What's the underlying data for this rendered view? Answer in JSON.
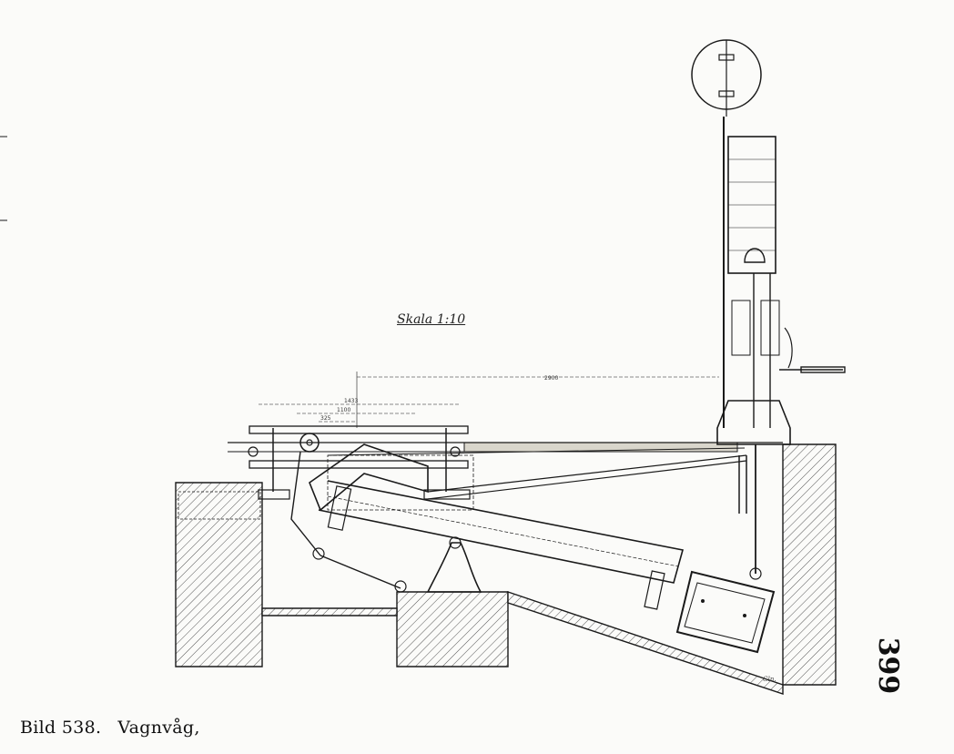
{
  "figure": {
    "caption_label": "Bild 538.",
    "caption_title": "Vagnvåg,",
    "page_number": "399",
    "scale_label": "Skala 1:10",
    "dimensions": {
      "d1": "2900",
      "d2": "1433",
      "d3": "1100",
      "d4": "325"
    },
    "signature": "Gln."
  }
}
